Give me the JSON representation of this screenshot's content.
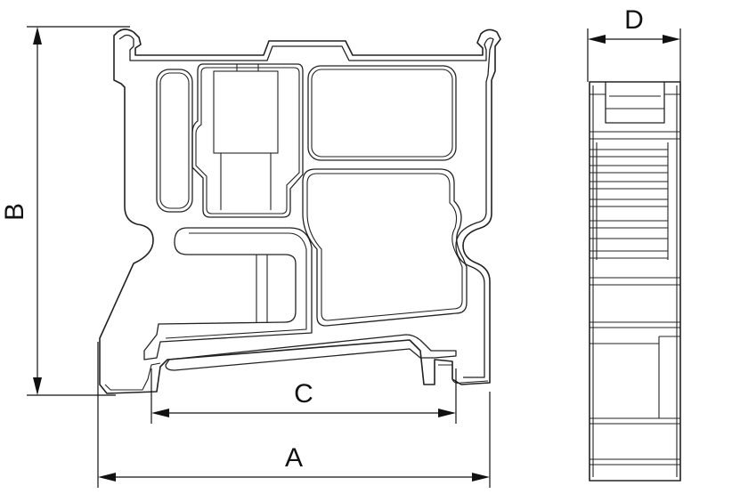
{
  "dimensions": {
    "A": "A",
    "B": "B",
    "C": "C",
    "D": "D"
  }
}
